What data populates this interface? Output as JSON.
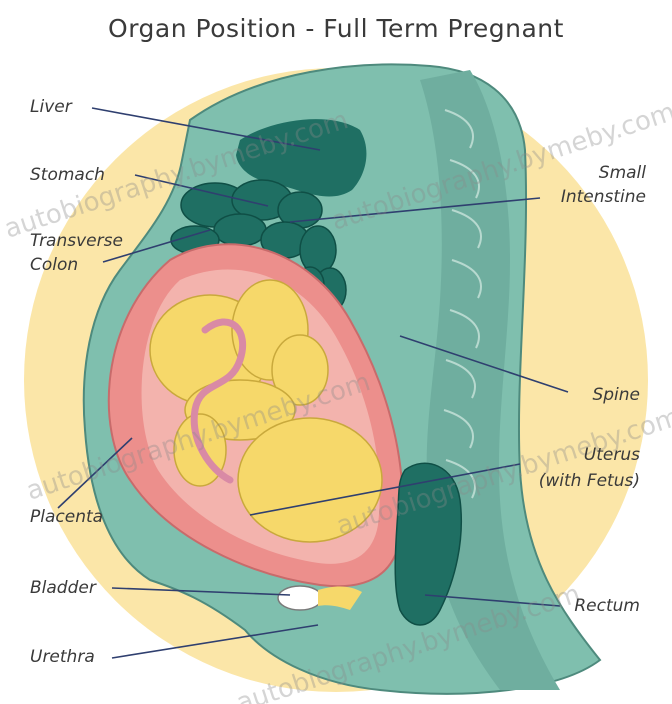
{
  "title": "Organ Position - Full Term Pregnant",
  "labels": {
    "liver": "Liver",
    "stomach": "Stomach",
    "transverse_colon_1": "Transverse",
    "transverse_colon_2": "Colon",
    "small_intestine_1": "Small",
    "small_intestine_2": "Intenstine",
    "spine": "Spine",
    "uterus_1": "Uterus",
    "uterus_2": "(with Fetus)",
    "placenta": "Placenta",
    "bladder": "Bladder",
    "rectum": "Rectum",
    "urethra": "Urethra"
  },
  "watermark": "autobiography.bymeby.com",
  "colors": {
    "background_circle": "#fbe6a8",
    "body": "#7fbfae",
    "body_dark": "#5e9f90",
    "organ_dark": "#1f6f63",
    "uterus": "#ec8f8c",
    "uterus_inner": "#f3b3ad",
    "fetus": "#f6d86a",
    "leader_line": "#2f3f6f"
  }
}
